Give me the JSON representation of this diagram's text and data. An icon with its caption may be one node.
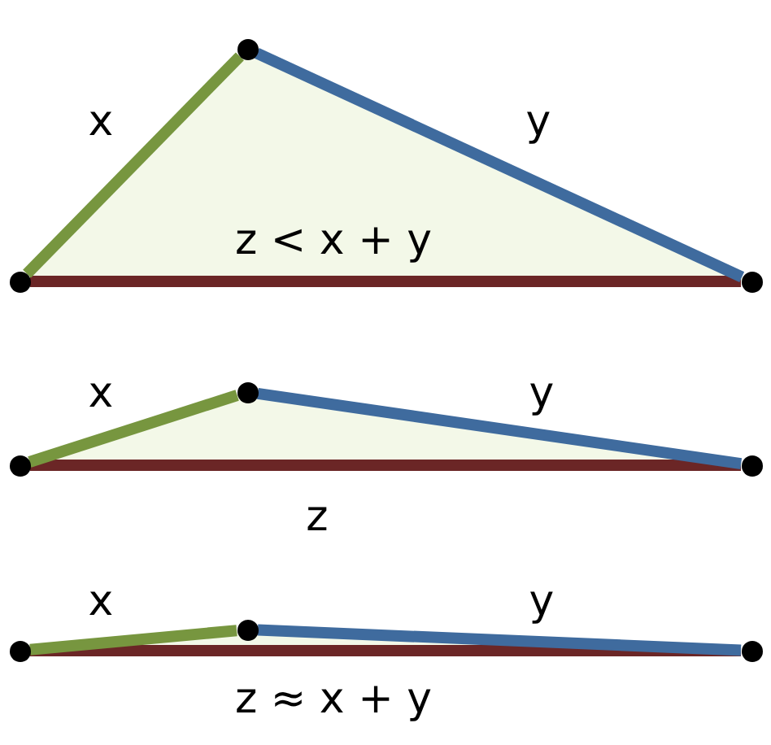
{
  "diagram": {
    "nodes": [
      {
        "text": [],
        "shape": "circle"
      },
      {
        "text": [],
        "shape": "circle"
      },
      {
        "text": [],
        "shape": "circle"
      },
      {
        "text": [],
        "shape": "circle"
      },
      {
        "text": [],
        "shape": "circle"
      },
      {
        "text": [],
        "shape": "circle"
      },
      {
        "text": [],
        "shape": "circle"
      },
      {
        "text": [],
        "shape": "circle"
      },
      {
        "text": [],
        "shape": "circle"
      }
    ],
    "edges": [
      {
        "from": 0,
        "to": 2,
        "arrow": "none",
        "color": "#6b2626"
      },
      {
        "from": 0,
        "to": 1,
        "arrow": "none",
        "color": "#77963f"
      },
      {
        "from": 1,
        "to": 2,
        "arrow": "none",
        "color": "#3f6b9e"
      },
      {
        "from": 3,
        "to": 5,
        "arrow": "none",
        "color": "#6b2626"
      },
      {
        "from": 3,
        "to": 4,
        "arrow": "none",
        "color": "#77963f"
      },
      {
        "from": 4,
        "to": 5,
        "arrow": "none",
        "color": "#3f6b9e"
      },
      {
        "from": 6,
        "to": 8,
        "arrow": "none",
        "color": "#6b2626"
      },
      {
        "from": 6,
        "to": 7,
        "arrow": "none",
        "color": "#77963f"
      },
      {
        "from": 7,
        "to": 8,
        "arrow": "none",
        "color": "#3f6b9e"
      }
    ],
    "labels": [
      "x",
      "y",
      "z < x + y",
      "x",
      "y",
      "z",
      "x",
      "y",
      "z ≈ x + y"
    ]
  }
}
